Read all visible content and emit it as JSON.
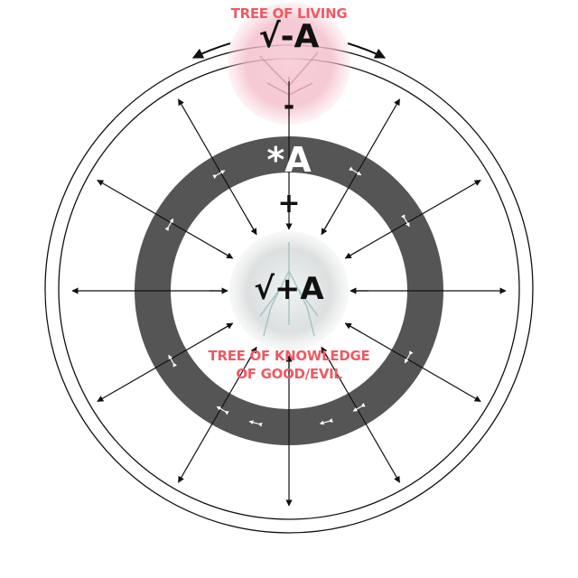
{
  "diagram": {
    "top_title": "TREE OF LIVING",
    "top_formula": "√-A",
    "top_sign": "-",
    "ring_label": "*A",
    "inner_sign": "+",
    "center_formula": "√+A",
    "bottom_title_line1": "TREE OF KNOWLEDGE",
    "bottom_title_line2": "OF GOOD/EVIL"
  },
  "colors": {
    "ring": "#555555",
    "label_red": "#ef5a63",
    "line": "#111111",
    "top_tree_glow": "#f3b8c6",
    "center_tree_glow": "#d9dcdc"
  },
  "icons": {
    "ring_markers": "double-arrow-icon",
    "top_image": "tree-of-living-icon",
    "center_image": "tree-roots-icon"
  }
}
